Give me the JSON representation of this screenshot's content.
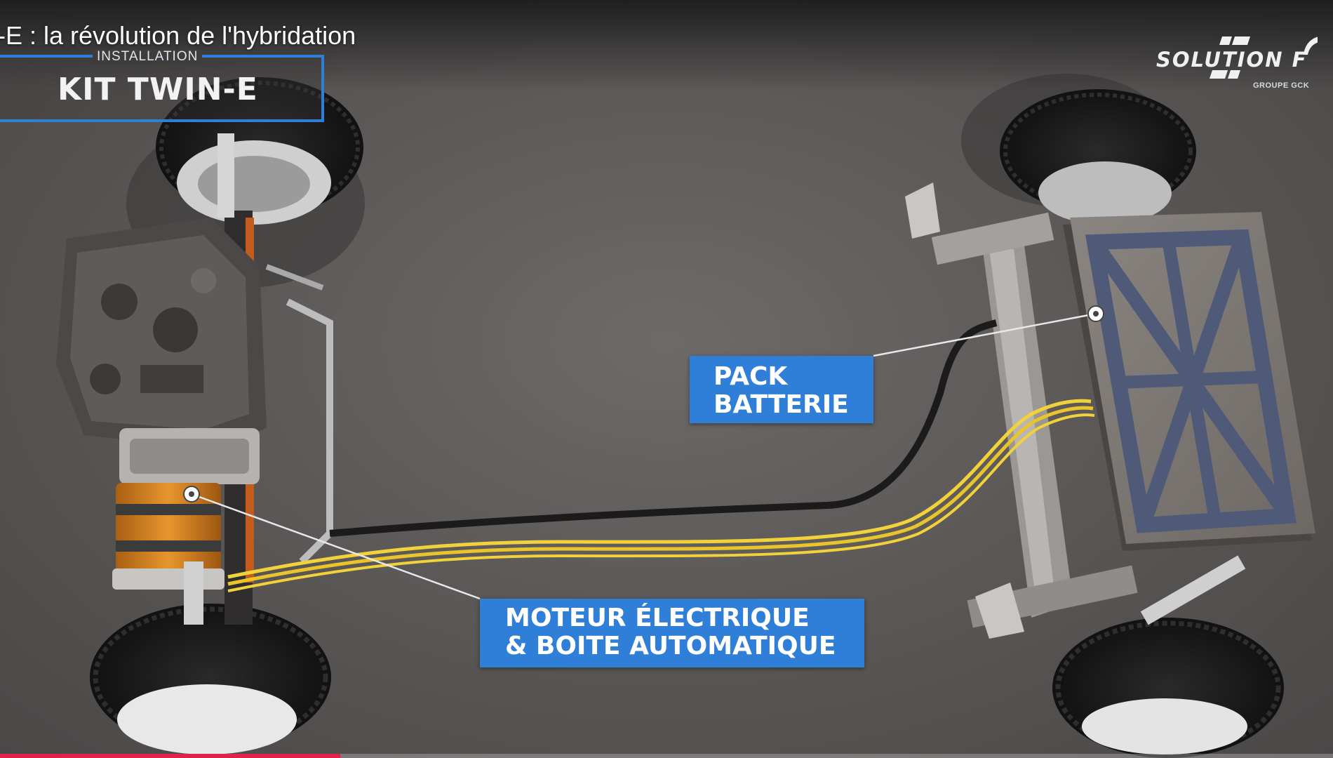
{
  "video": {
    "title": "-E : la révolution de l'hybridation",
    "progress_fraction": 0.255
  },
  "installation_banner": {
    "small_label": "INSTALLATION",
    "big_label": "KIT TWIN-E"
  },
  "brand": {
    "name": "SOLUTION F",
    "group": "GROUPE GCK"
  },
  "callouts": {
    "battery": {
      "line1": "PACK",
      "line2": "BATTERIE"
    },
    "motor": {
      "line1": "MOTEUR ÉLECTRIQUE",
      "line2": "& BOITE AUTOMATIQUE"
    }
  },
  "colors": {
    "accent_blue": "#2f7fd8",
    "cable_yellow": "#f2d23a",
    "progress_red": "#e0234b"
  }
}
